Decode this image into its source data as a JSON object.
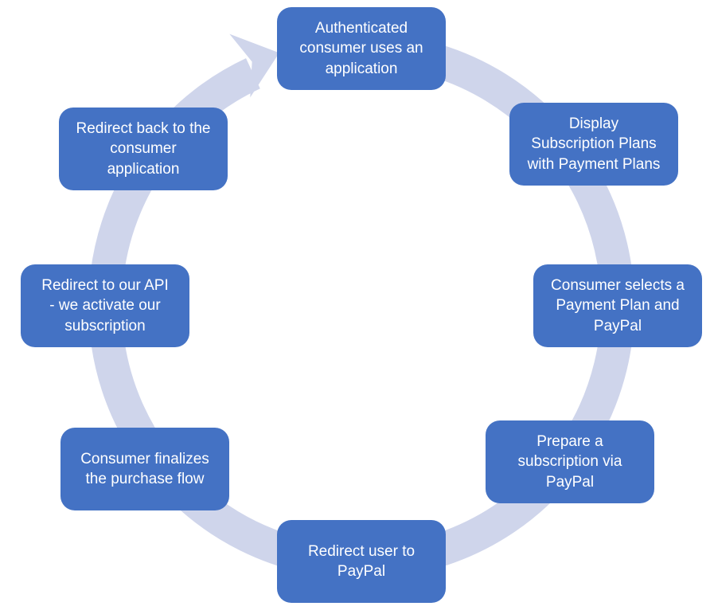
{
  "diagram": {
    "type": "cycle",
    "direction": "clockwise",
    "nodes": [
      {
        "id": "authenticated-consumer",
        "label": "Authenticated\nconsumer uses an\napplication"
      },
      {
        "id": "display-subscription-plans",
        "label": "Display\nSubscription Plans\nwith Payment Plans"
      },
      {
        "id": "consumer-selects-plan",
        "label": "Consumer selects a\nPayment Plan and\nPayPal"
      },
      {
        "id": "prepare-subscription",
        "label": "Prepare a\nsubscription via\nPayPal"
      },
      {
        "id": "redirect-user-to-paypal",
        "label": "Redirect user to\nPayPal"
      },
      {
        "id": "consumer-finalizes-purchase",
        "label": "Consumer finalizes\nthe purchase flow"
      },
      {
        "id": "redirect-to-api",
        "label": "Redirect to our API\n- we activate our\nsubscription"
      },
      {
        "id": "redirect-back-to-app",
        "label": "Redirect back to the\nconsumer\napplication"
      }
    ],
    "colors": {
      "node_fill": "#4472C4",
      "node_text": "#FFFFFF",
      "ring": "#CFD5EB",
      "background": "#FFFFFF"
    }
  }
}
